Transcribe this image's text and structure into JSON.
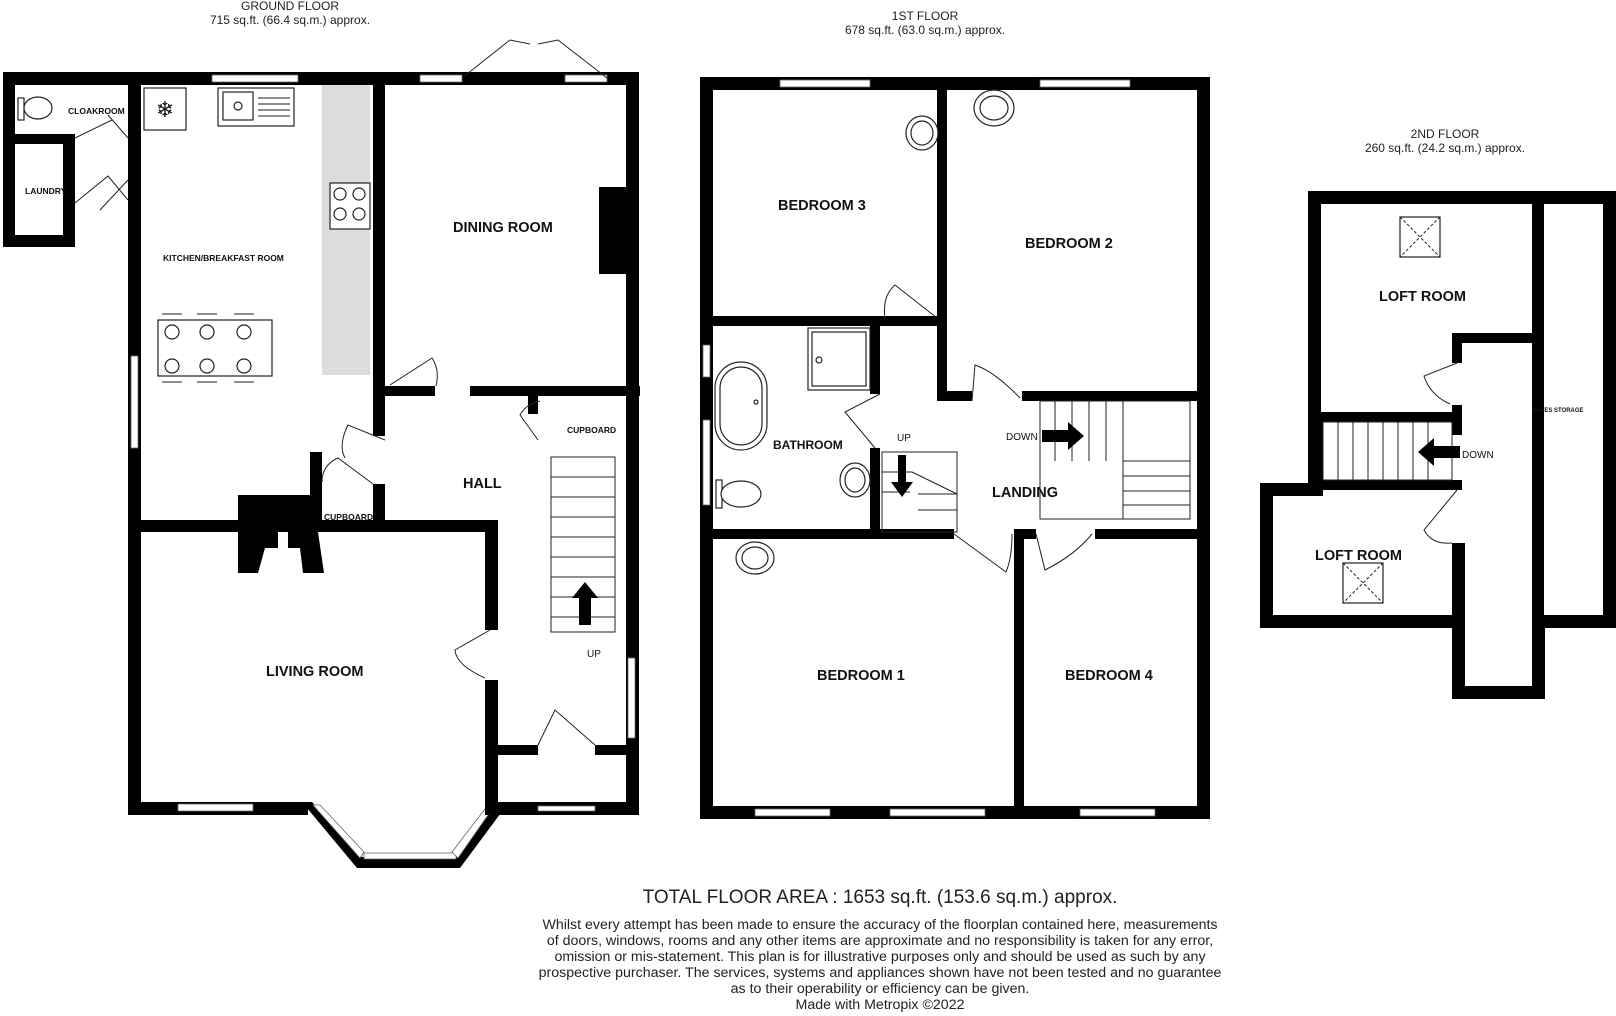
{
  "floors": {
    "ground": {
      "name": "GROUND FLOOR",
      "area": "715 sq.ft. (66.4 sq.m.) approx."
    },
    "first": {
      "name": "1ST FLOOR",
      "area": "678 sq.ft. (63.0 sq.m.) approx."
    },
    "second": {
      "name": "2ND FLOOR",
      "area": "260 sq.ft. (24.2 sq.m.) approx."
    }
  },
  "rooms": {
    "cloakroom": "CLOAKROOM",
    "laundry": "LAUNDRY",
    "kitchen": "KITCHEN/BREAKFAST ROOM",
    "dining": "DINING ROOM",
    "hall": "HALL",
    "cupboard": "CUPBOARD",
    "living": "LIVING ROOM",
    "bedroom1": "BEDROOM 1",
    "bedroom2": "BEDROOM 2",
    "bedroom3": "BEDROOM 3",
    "bedroom4": "BEDROOM 4",
    "bathroom": "BATHROOM",
    "landing": "LANDING",
    "loft": "LOFT ROOM",
    "eaves": "EAVES STORAGE"
  },
  "stairs": {
    "up": "UP",
    "down": "DOWN"
  },
  "total": "TOTAL FLOOR AREA : 1653 sq.ft. (153.6 sq.m.) approx.",
  "disclaimer": [
    "Whilst every attempt has been made to ensure the accuracy of the floorplan contained here, measurements",
    "of doors, windows, rooms and any other items are approximate and no responsibility is taken for any error,",
    "omission or mis-statement. This plan is for illustrative purposes only and should be used as such by any",
    "prospective purchaser. The services, systems and appliances shown have not been tested and no guarantee",
    "as to their operability or efficiency can be given."
  ],
  "credit": "Made with Metropix ©2022"
}
